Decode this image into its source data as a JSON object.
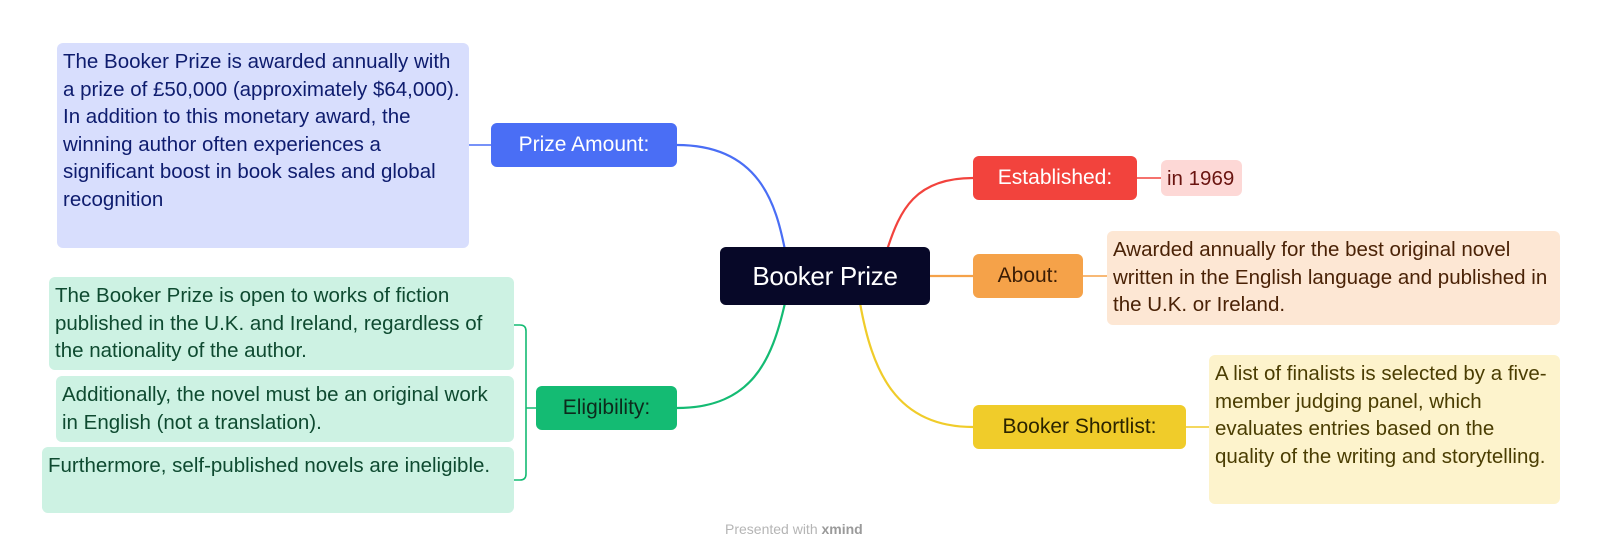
{
  "central": {
    "label": "Booker Prize"
  },
  "topics": {
    "prize_amount": {
      "label": "Prize Amount:",
      "color": "#4a6ef5"
    },
    "eligibility": {
      "label": "Eligibility:",
      "color": "#14bb73"
    },
    "established": {
      "label": "Established:",
      "color": "#f2433d"
    },
    "about": {
      "label": "About:",
      "color": "#f5a249"
    },
    "shortlist": {
      "label": "Booker Shortlist:",
      "color": "#f0cc2a"
    }
  },
  "details": {
    "prize_amount": "The Booker Prize is awarded annually with a prize of £50,000 (approximately $64,000). In addition to this monetary award, the winning author often experiences a significant boost in book sales and global recognition",
    "eligibility": [
      "The Booker Prize is open to works of fiction published in the U.K. and Ireland, regardless of the nationality of the author.",
      "Additionally, the novel must be an original work in English (not a translation).",
      "Furthermore, self-published novels are ineligible."
    ],
    "established": "in 1969",
    "about": "Awarded annually for the best original novel written in the English language and published in the U.K. or Ireland.",
    "shortlist": "A list of finalists is selected by a five-member judging panel, which evaluates entries based on the quality of the writing and storytelling."
  },
  "footer": {
    "prefix": "Presented with",
    "brand": "xmind"
  }
}
